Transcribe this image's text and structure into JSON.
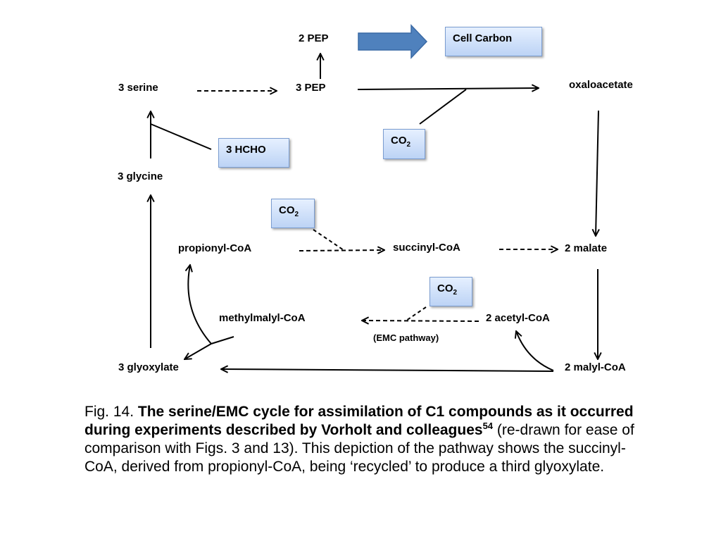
{
  "nodes": {
    "pep2": "2 PEP",
    "cell_carbon": "Cell Carbon",
    "serine3": "3 serine",
    "pep3": "3 PEP",
    "oxaloacetate": "oxaloacetate",
    "co2_top": "CO",
    "hcho3": "3 HCHO",
    "glycine3": "3 glycine",
    "co2_mid": "CO",
    "propionyl": "propionyl-CoA",
    "succinyl": "succinyl-CoA",
    "malate2": "2 malate",
    "co2_low": "CO",
    "methylmalyl": "methylmalyl-CoA",
    "acetyl2": "2 acetyl-CoA",
    "emc": "(EMC pathway)",
    "glyoxylate3": "3 glyoxylate",
    "malyl2": "2 malyl-CoA"
  },
  "co2_subscript": "2",
  "caption": {
    "prefix": "Fig. 14. ",
    "bold": "The serine/EMC cycle for assimilation of C1 compounds as it occurred during experiments described by Vorholt and colleagues",
    "ref": "54",
    "rest": " (re-drawn for ease of comparison with Figs. 3 and 13). This depiction of the pathway shows the succinyl-CoA, derived from propionyl-CoA, being ‘recycled’ to produce a third glyoxylate."
  },
  "colors": {
    "box_fill_top": "#e6f0ff",
    "box_fill_bottom": "#bcd3f5",
    "big_arrow": "#4f81bd"
  }
}
